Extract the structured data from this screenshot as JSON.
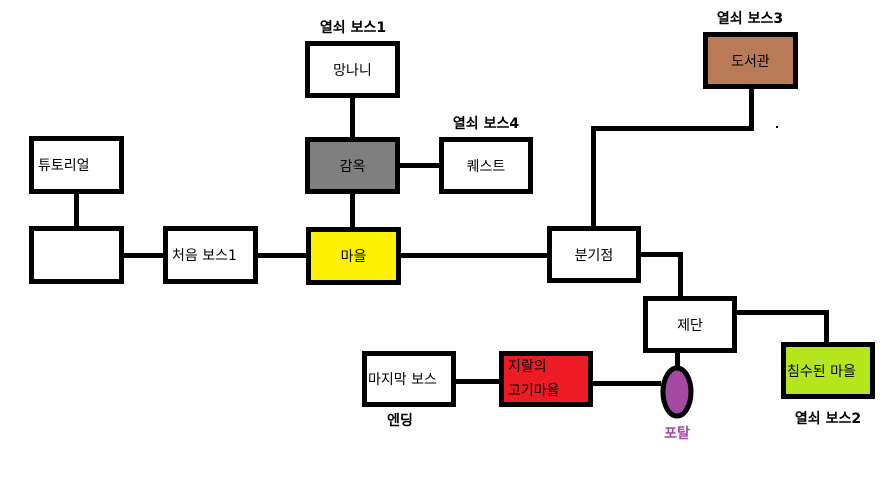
{
  "diagram": {
    "title": "",
    "colors": {
      "default_fill": "#ffffff",
      "prison": "#7f7f7f",
      "village": "#fff200",
      "library": "#b97a57",
      "flooded_village": "#b5e61d",
      "meat_village": "#ed1c24",
      "portal": "#a349a4",
      "border": "#000000"
    },
    "nodes": {
      "tutorial": {
        "text": "튜토리얼"
      },
      "start_room": {
        "text": ""
      },
      "first_boss": {
        "text": "처음 보스1"
      },
      "brute": {
        "text": "망나니"
      },
      "prison": {
        "text": "감옥"
      },
      "quest": {
        "text": "퀘스트"
      },
      "village": {
        "text": "마을"
      },
      "branch": {
        "text": "분기점"
      },
      "library": {
        "text": "도서관"
      },
      "altar": {
        "text": "제단"
      },
      "flooded_village": {
        "text": "침수된 마을"
      },
      "meat_village": {
        "line1": "지랄의",
        "line2": "고기마을"
      },
      "final_boss": {
        "text": "마지막 보스"
      },
      "portal": {
        "text": ""
      }
    },
    "labels": {
      "key_boss_1": "열쇠 보스1",
      "key_boss_2": "열쇠 보스2",
      "key_boss_3": "열쇠 보스3",
      "key_boss_4": "열쇠 보스4",
      "portal": "포탈",
      "ending": "엔딩"
    },
    "edges": [
      {
        "from": "tutorial",
        "to": "start_room"
      },
      {
        "from": "start_room",
        "to": "first_boss"
      },
      {
        "from": "first_boss",
        "to": "village"
      },
      {
        "from": "village",
        "to": "prison"
      },
      {
        "from": "prison",
        "to": "brute"
      },
      {
        "from": "prison",
        "to": "quest"
      },
      {
        "from": "village",
        "to": "branch"
      },
      {
        "from": "branch",
        "to": "library"
      },
      {
        "from": "branch",
        "to": "altar"
      },
      {
        "from": "altar",
        "to": "flooded_village"
      },
      {
        "from": "altar",
        "to": "portal"
      },
      {
        "from": "portal",
        "to": "meat_village"
      },
      {
        "from": "meat_village",
        "to": "final_boss"
      }
    ]
  }
}
